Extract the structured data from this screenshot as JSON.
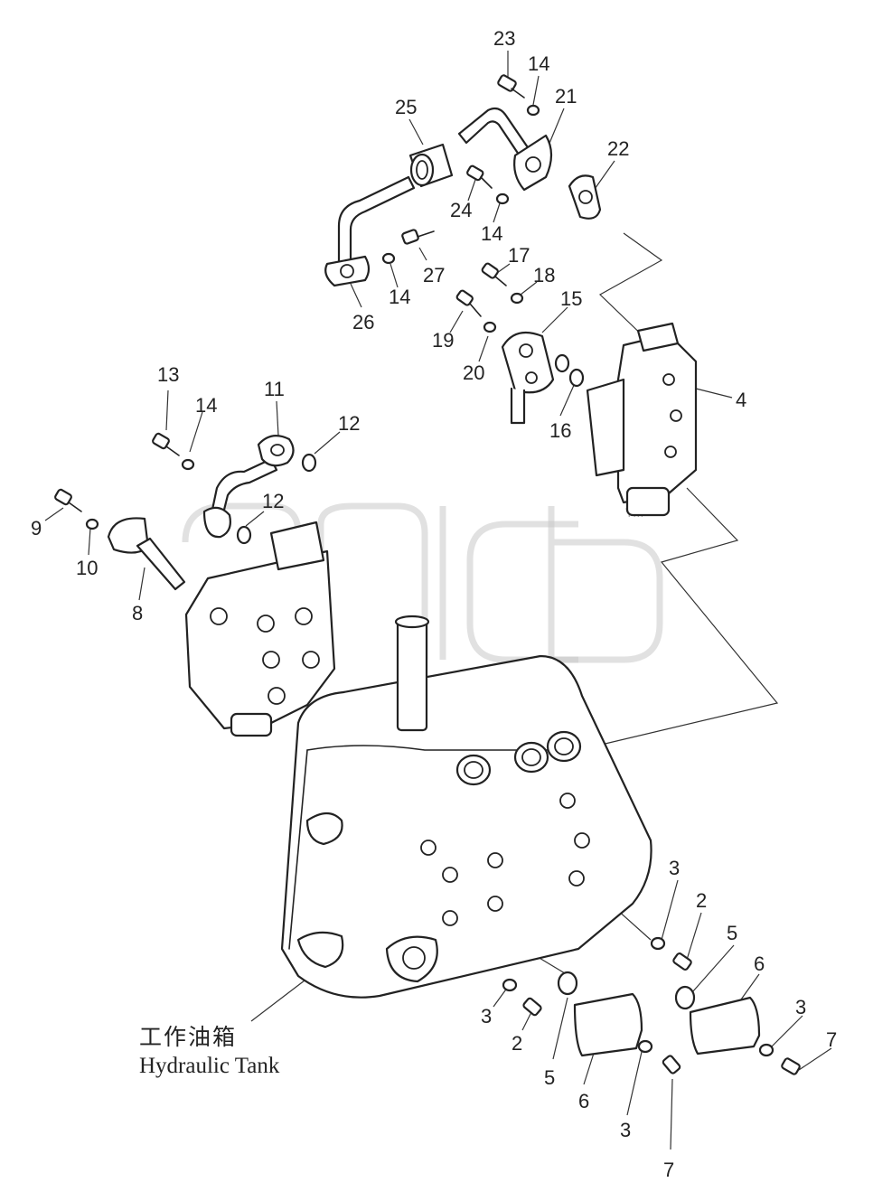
{
  "caption": {
    "chinese": "工作油箱",
    "english": "Hydraulic Tank"
  },
  "watermark": {
    "tm": "TM"
  },
  "callouts": {
    "c23": "23",
    "c14a": "14",
    "c21": "21",
    "c25": "25",
    "c22": "22",
    "c24": "24",
    "c14b": "14",
    "c17": "17",
    "c18": "18",
    "c27": "27",
    "c14c": "14",
    "c26": "26",
    "c15": "15",
    "c19": "19",
    "c20": "20",
    "c16": "16",
    "c4": "4",
    "c13": "13",
    "c14d": "14",
    "c11": "11",
    "c12a": "12",
    "c12b": "12",
    "c9": "9",
    "c10": "10",
    "c8": "8",
    "c3a": "3",
    "c2a": "2",
    "c5a": "5",
    "c6a": "6",
    "c3b": "3",
    "c3c": "3",
    "c2b": "2",
    "c5b": "5",
    "c6b": "6",
    "c3d": "3",
    "c7a": "7",
    "c7b": "7"
  }
}
